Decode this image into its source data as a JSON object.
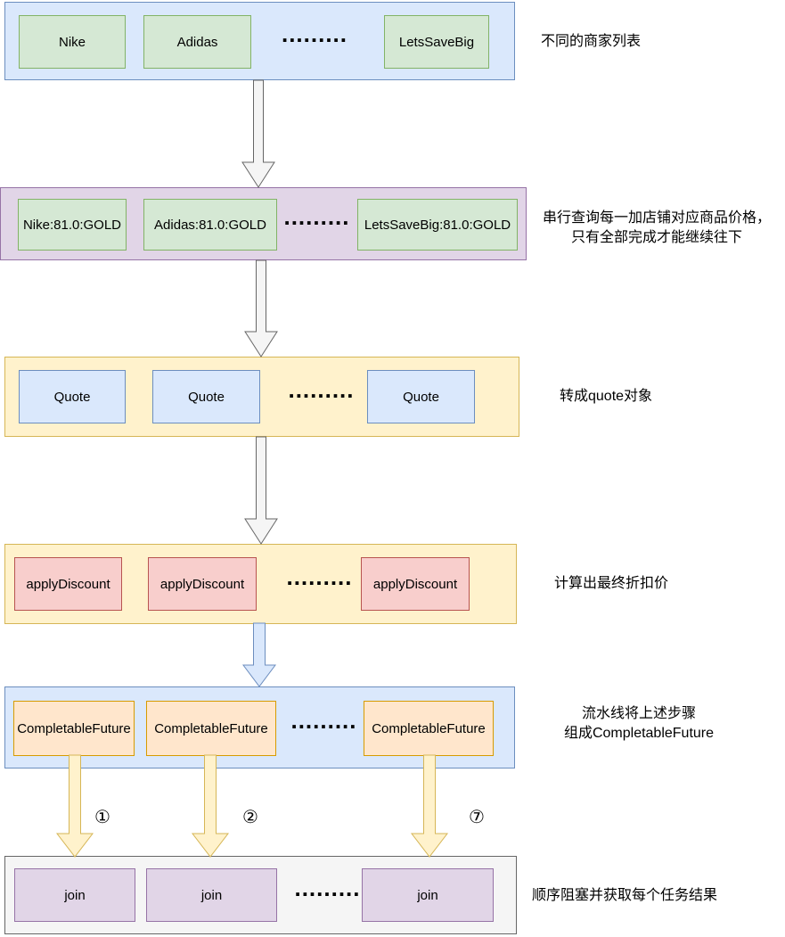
{
  "rows": [
    {
      "id": "merchants",
      "boxes": [
        "Nike",
        "Adidas",
        "LetsSaveBig"
      ],
      "dots": ".........",
      "label_lines": [
        "不同的商家列表"
      ],
      "container_fill": "#dae8fc",
      "container_stroke": "#6c8ebf",
      "box_fill": "#d5e8d4",
      "box_stroke": "#82b366"
    },
    {
      "id": "serial-price-query",
      "boxes": [
        "Nike:81.0:GOLD",
        "Adidas:81.0:GOLD",
        "LetsSaveBig:81.0:GOLD"
      ],
      "dots": ".........",
      "label_lines": [
        "串行查询每一加店铺对应商品价格，",
        "只有全部完成才能继续往下"
      ],
      "container_fill": "#e1d5e7",
      "container_stroke": "#9673a6",
      "box_fill": "#d5e8d4",
      "box_stroke": "#82b366"
    },
    {
      "id": "quotes",
      "boxes": [
        "Quote",
        "Quote",
        "Quote"
      ],
      "dots": ".........",
      "label_lines": [
        "转成quote对象"
      ],
      "container_fill": "#fff2cc",
      "container_stroke": "#d6b656",
      "box_fill": "#dae8fc",
      "box_stroke": "#6c8ebf"
    },
    {
      "id": "apply-discount",
      "boxes": [
        "applyDiscount",
        "applyDiscount",
        "applyDiscount"
      ],
      "dots": ".........",
      "label_lines": [
        "计算出最终折扣价"
      ],
      "container_fill": "#fff2cc",
      "container_stroke": "#d6b656",
      "box_fill": "#f8cecc",
      "box_stroke": "#b85450"
    },
    {
      "id": "completable-future",
      "boxes": [
        "CompletableFuture",
        "CompletableFuture",
        "CompletableFuture"
      ],
      "dots": ".........",
      "label_lines": [
        "流水线将上述步骤",
        "组成CompletableFuture"
      ],
      "container_fill": "#dae8fc",
      "container_stroke": "#6c8ebf",
      "box_fill": "#ffe6cc",
      "box_stroke": "#d79b00"
    },
    {
      "id": "join",
      "boxes": [
        "join",
        "join",
        "join"
      ],
      "dots": ".........",
      "label_lines": [
        "顺序阻塞并获取每个任务结果"
      ],
      "container_fill": "#f5f5f5",
      "container_stroke": "#666666",
      "box_fill": "#e1d5e7",
      "box_stroke": "#9673a6"
    }
  ],
  "numbered_arrow_labels": [
    "①",
    "②",
    "⑦"
  ],
  "arrow_colors": {
    "plain_fill": "#f5f5f5",
    "plain_stroke": "#666666",
    "blue_fill": "#dae8fc",
    "blue_stroke": "#6c8ebf",
    "yellow_fill": "#fff2cc",
    "yellow_stroke": "#d6b656"
  }
}
